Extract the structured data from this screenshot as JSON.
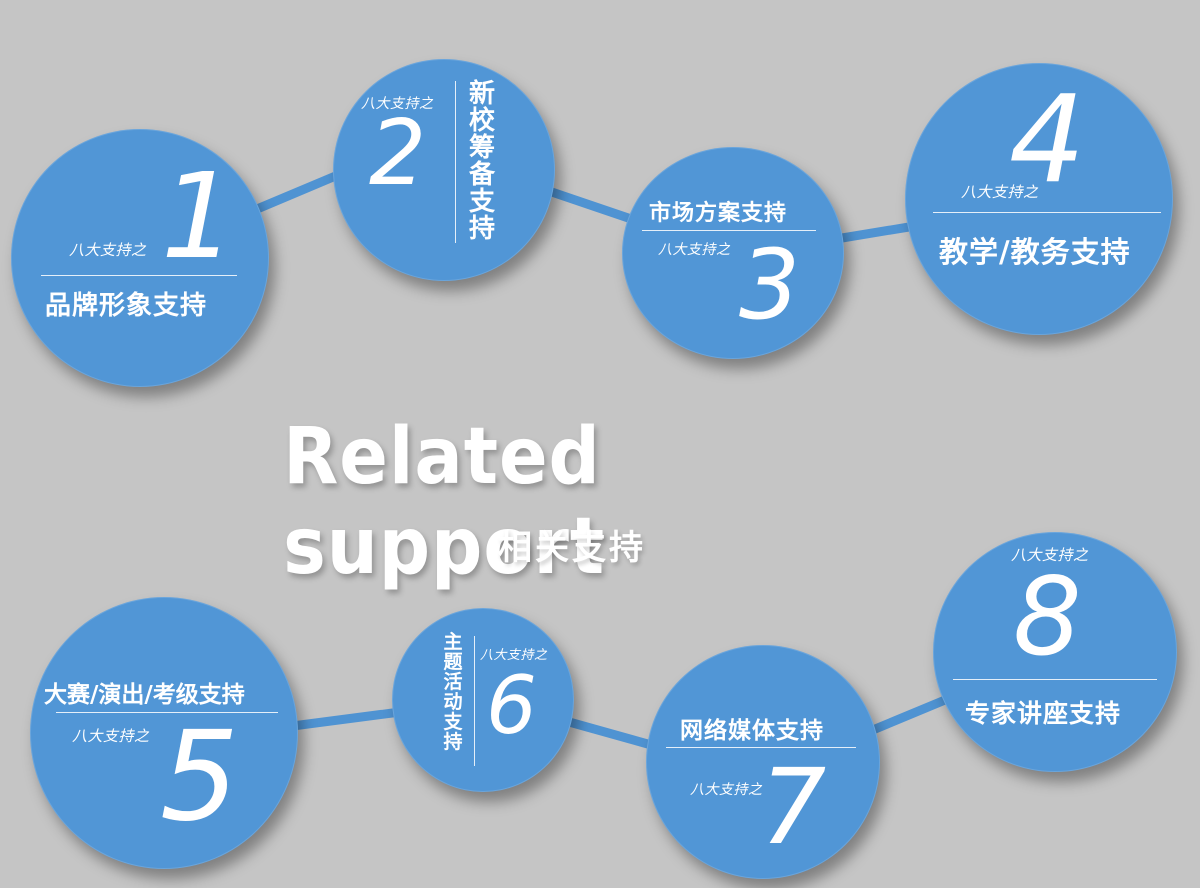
{
  "prefix": "八大支持之",
  "heading": {
    "english": "Related support",
    "chinese": "相关支持"
  },
  "items": [
    {
      "number": "1",
      "label": "品牌形象支持"
    },
    {
      "number": "2",
      "label": "新校筹备支持"
    },
    {
      "number": "3",
      "label": "市场方案支持"
    },
    {
      "number": "4",
      "label": "教学/教务支持"
    },
    {
      "number": "5",
      "label": "大赛/演出/考级支持"
    },
    {
      "number": "6",
      "label": "主题活动支持"
    },
    {
      "number": "7",
      "label": "网络媒体支持"
    },
    {
      "number": "8",
      "label": "专家讲座支持"
    }
  ],
  "colors": {
    "background": "#c5c5c5",
    "circle": "#5196d6",
    "text": "#ffffff"
  }
}
